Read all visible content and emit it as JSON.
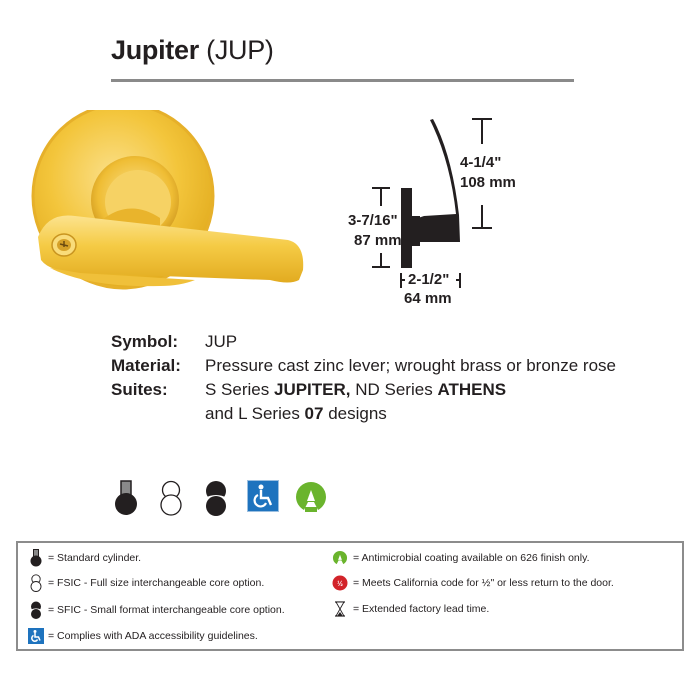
{
  "header": {
    "product_name": "Jupiter",
    "product_code": "(JUP)"
  },
  "diagram": {
    "lever_height_in": "4-1/4\"",
    "lever_height_mm": "108 mm",
    "rose_height_in": "3-7/16\"",
    "rose_height_mm": "87 mm",
    "projection_in": "2-1/2\"",
    "projection_mm": "64 mm"
  },
  "specs": {
    "symbol_label": "Symbol:",
    "symbol_value": "JUP",
    "material_label": "Material:",
    "material_value": "Pressure cast zinc lever; wrought brass or bronze rose",
    "suites_label": "Suites:",
    "suites_part1": "S Series ",
    "suites_bold1": "JUPITER,",
    "suites_part2": " ND Series ",
    "suites_bold2": "ATHENS",
    "suites_line2_part1": "and L Series ",
    "suites_line2_bold": "07",
    "suites_line2_part2": " designs"
  },
  "feature_icons": [
    {
      "name": "standard-cylinder-icon"
    },
    {
      "name": "fsic-icon"
    },
    {
      "name": "sfic-icon"
    },
    {
      "name": "ada-icon"
    },
    {
      "name": "antimicrobial-icon"
    }
  ],
  "legend": {
    "left": [
      {
        "icon": "standard-cylinder-icon",
        "text": "= Standard cylinder."
      },
      {
        "icon": "fsic-icon",
        "text": "= FSIC - Full size interchangeable core option."
      },
      {
        "icon": "sfic-icon",
        "text": "= SFIC - Small format interchangeable core option."
      },
      {
        "icon": "ada-icon",
        "text": "= Complies with ADA accessibility guidelines."
      }
    ],
    "right": [
      {
        "icon": "antimicrobial-icon",
        "text": "= Antimicrobial coating available on 626 finish only."
      },
      {
        "icon": "california-code-icon",
        "text": "= Meets California code for ½\" or less return to the door."
      },
      {
        "icon": "hourglass-icon",
        "text": "= Extended factory lead time."
      }
    ]
  },
  "colors": {
    "brass": "#f2c23a",
    "ada_blue": "#1e73be",
    "antimicrobial_green": "#6ab42d",
    "california_red": "#d2232a",
    "rule_gray": "#8a8a8a"
  }
}
